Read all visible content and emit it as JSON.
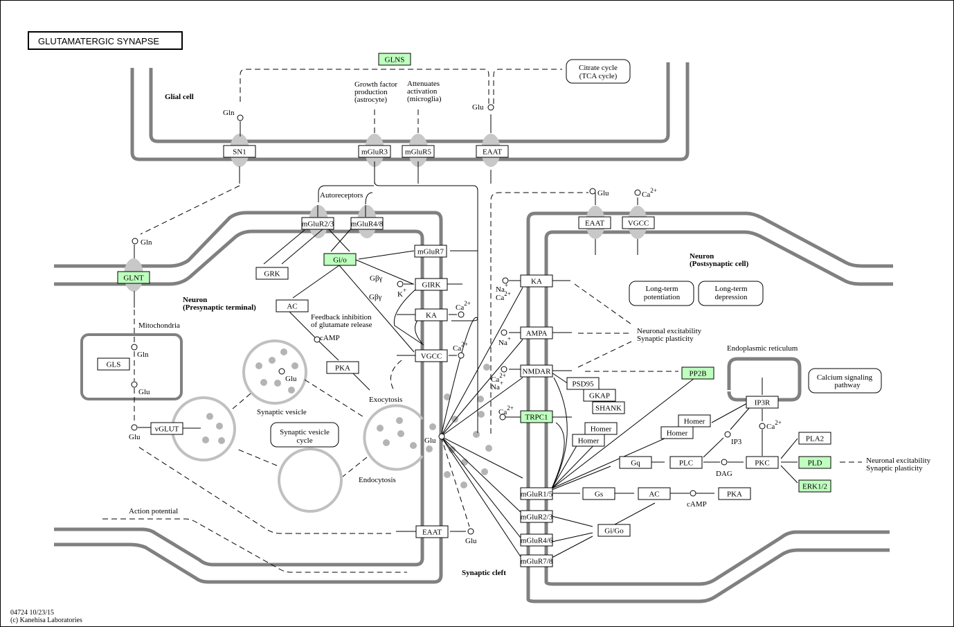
{
  "title": "GLUTAMATERGIC  SYNAPSE",
  "footer": {
    "id_date": "04724 10/23/15",
    "copyright": "(c) Kanehisa Laboratories"
  },
  "colors": {
    "membrane": "#808080",
    "gene_highlight": "#bfffbf",
    "transporter_ellipse": "#c8c8c8"
  },
  "regions": {
    "glial_cell": "Glial cell",
    "presynaptic_1": "Neuron",
    "presynaptic_2": "(Presynaptic terminal)",
    "postsynaptic_1": "Neuron",
    "postsynaptic_2": "(Postsynaptic cell)",
    "synaptic_cleft": "Synaptic cleft",
    "mitochondria": "Mitochondria",
    "er": "Endoplasmic reticulum"
  },
  "genes": {
    "gln_s": "GLNS",
    "sn1": "SN1",
    "mglur3_glia": "mGluR3",
    "mglur5_glia": "mGluR5",
    "eaat_glia": "EAAT",
    "glnt": "GLNT",
    "gls": "GLS",
    "vglut": "vGLUT",
    "mglur23_pre": "mGluR2/3",
    "mglur48_pre": "mGluR4/8",
    "gio": "Gi/o",
    "grk": "GRK",
    "mglur7": "mGluR7",
    "girk": "GIRK",
    "ka_pre": "KA",
    "vgcc_pre": "VGCC",
    "ac_pre": "AC",
    "pka_pre": "PKA",
    "eaat_pre": "EAAT",
    "eaat_post": "EAAT",
    "vgcc_post": "VGCC",
    "ka_post": "KA",
    "ampa": "AMPA",
    "nmdar": "NMDAR",
    "trpc1": "TRPC1",
    "psd95": "PSD95",
    "gkap": "GKAP",
    "shank": "SHANK",
    "homer1": "Homer",
    "homer2": "Homer",
    "homer3": "Homer",
    "homer4": "Homer",
    "pp2b": "PP2B",
    "mglur15": "mGluR1/5",
    "mglur23_post": "mGluR2/3",
    "mglur46": "mGluR4/6",
    "mglur78": "mGluR7/8",
    "gq": "Gq",
    "plc": "PLC",
    "gs": "Gs",
    "ac_post": "AC",
    "pka_post": "PKA",
    "gigo": "Gi/Go",
    "ip3r": "IP3R",
    "pkc": "PKC",
    "pla2": "PLA2",
    "pld": "PLD",
    "erk": "ERK1/2"
  },
  "compounds": {
    "gln": "Gln",
    "glu": "Glu",
    "camp": "cAMP",
    "ip3": "IP3",
    "dag": "DAG",
    "ca": "Ca",
    "ca_sup": "2+",
    "na": "Na",
    "na_sup": "+",
    "k": "K",
    "k_sup": "+"
  },
  "maps": {
    "tca_1": "Citrate cycle",
    "tca_2": "(TCA cycle)",
    "svc_1": "Synaptic vesicle",
    "svc_2": "cycle",
    "ltp_1": "Long-term",
    "ltp_2": "potentiation",
    "ltd_1": "Long-term",
    "ltd_2": "depression",
    "calcium_1": "Calcium signaling",
    "calcium_2": "pathway"
  },
  "labels": {
    "growth_1": "Growth factor",
    "growth_2": "production",
    "growth_3": "(astrocyte)",
    "atten_1": "Attenuates",
    "atten_2": "activation",
    "atten_3": "(microglia)",
    "autoreceptors": "Autoreceptors",
    "gby": "Gβγ",
    "feedback_1": "Feedback inhibition",
    "feedback_2": "of glutamate release",
    "exocytosis": "Exocytosis",
    "endocytosis": "Endocytosis",
    "synaptic_vesicle": "Synaptic vesicle",
    "action_potential": "Action potential",
    "nex_1": "Neuronal excitability",
    "nex_2": "Synaptic plasticity"
  }
}
